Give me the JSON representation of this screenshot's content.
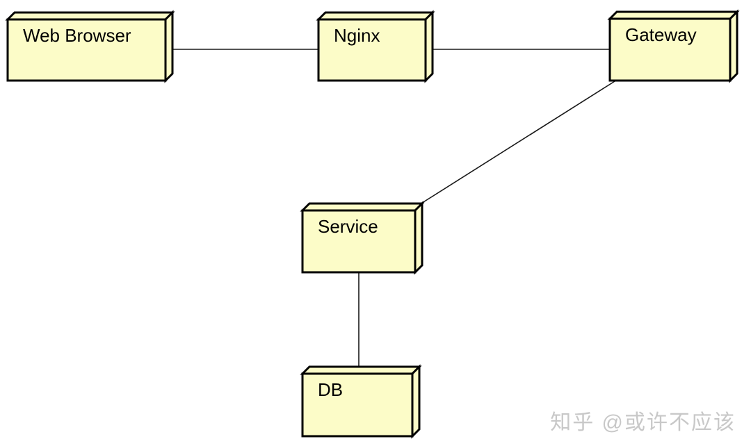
{
  "diagram": {
    "type": "uml-deployment-diagram",
    "nodes": [
      {
        "label": "Web Browser"
      },
      {
        "label": "Nginx"
      },
      {
        "label": "Gateway"
      },
      {
        "label": "Service"
      },
      {
        "label": "DB"
      }
    ],
    "edges": [
      {
        "from": "Web Browser",
        "to": "Nginx"
      },
      {
        "from": "Nginx",
        "to": "Gateway"
      },
      {
        "from": "Gateway",
        "to": "Service"
      },
      {
        "from": "Service",
        "to": "DB"
      }
    ],
    "colors": {
      "background": "#ffffff",
      "node_fill": "#fcfcc8",
      "node_border": "#000000",
      "edge": "#1a1a1a",
      "watermark": "#c8c8c8"
    }
  },
  "watermark": {
    "text": "知乎 @或许不应该"
  }
}
